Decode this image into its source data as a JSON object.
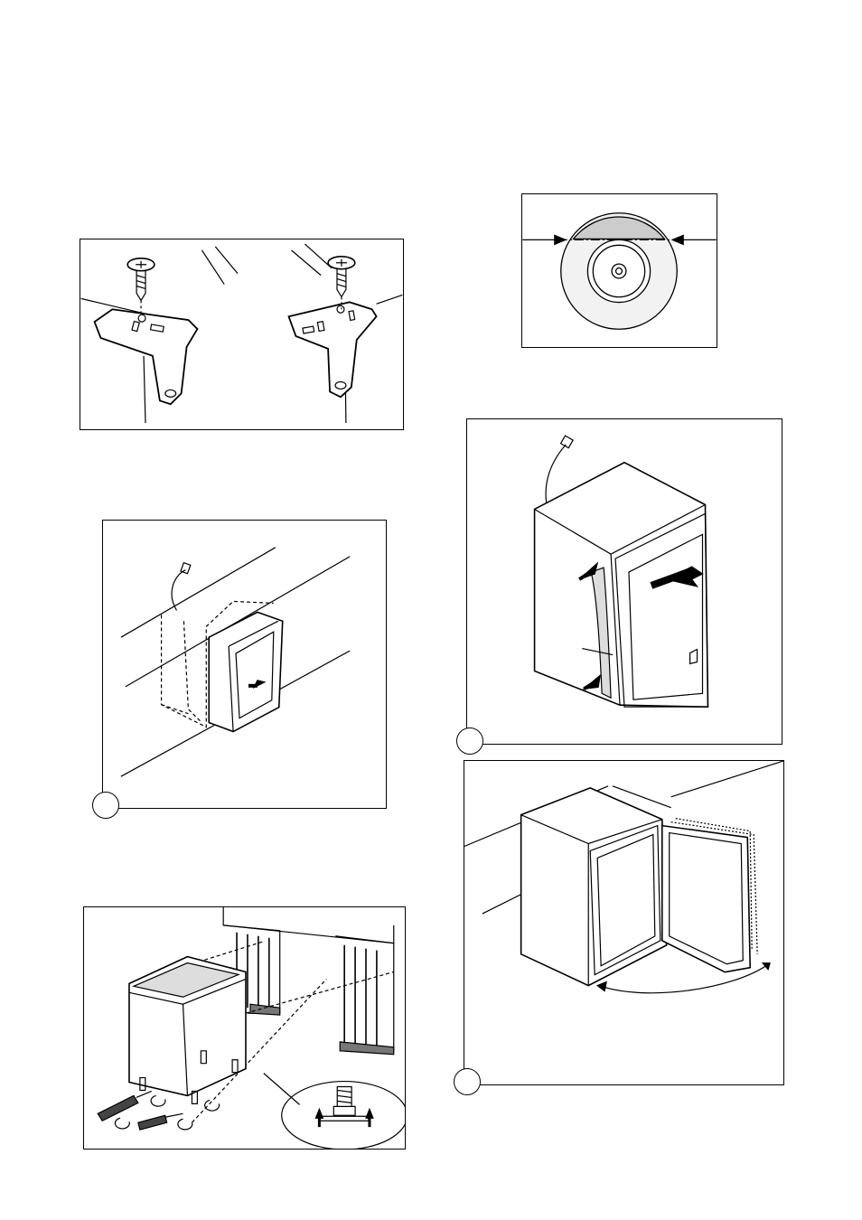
{
  "page": {
    "background": "#ffffff",
    "line_color": "#000000",
    "shade_color": "#cccccc"
  },
  "figures": [
    {
      "id": "brackets",
      "step_label": ""
    },
    {
      "id": "level-gauge",
      "step_label": ""
    },
    {
      "id": "insert-into-niche",
      "step_label": ""
    },
    {
      "id": "seal-strip",
      "step_label": ""
    },
    {
      "id": "door-swing",
      "step_label": ""
    },
    {
      "id": "adjust-feet",
      "step_label": ""
    }
  ]
}
